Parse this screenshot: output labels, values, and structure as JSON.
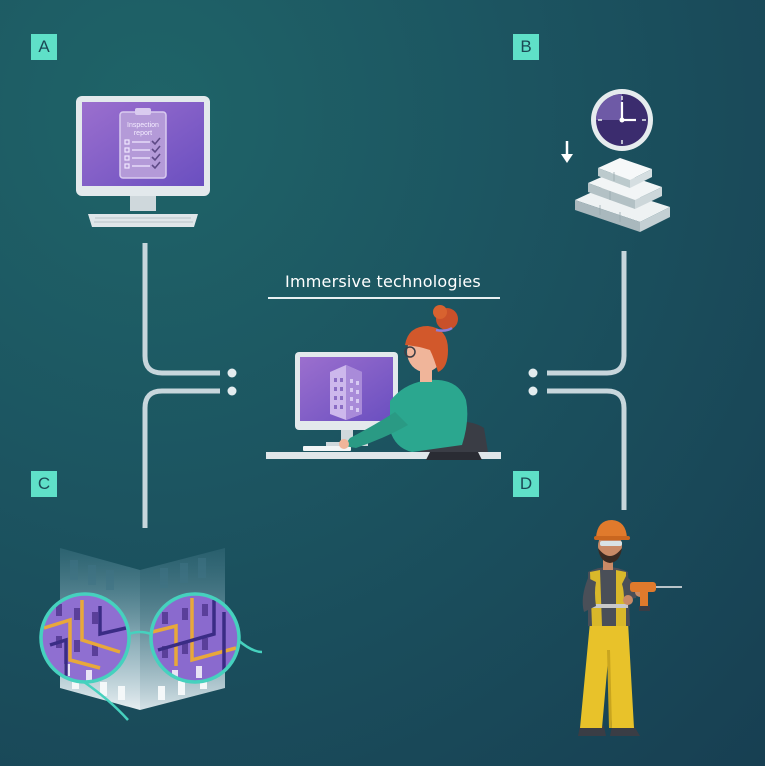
{
  "labels": {
    "a": "A",
    "b": "B",
    "c": "C",
    "d": "D"
  },
  "center": {
    "title": "Immersive technologies"
  },
  "panel_a": {
    "report_title_line1": "Inspection",
    "report_title_line2": "report"
  },
  "colors": {
    "accent": "#5fe0c8",
    "connector": "#c7d6dc",
    "screen": "#8a67c9",
    "background": "#1c5561"
  },
  "icons": [
    "computer-monitor-icon",
    "inspection-report-icon",
    "clock-icon",
    "down-arrow-icon",
    "bricks-icon",
    "building-icon",
    "magnifier-lens-icon",
    "worker-with-drill-icon",
    "person-at-desk-icon"
  ]
}
